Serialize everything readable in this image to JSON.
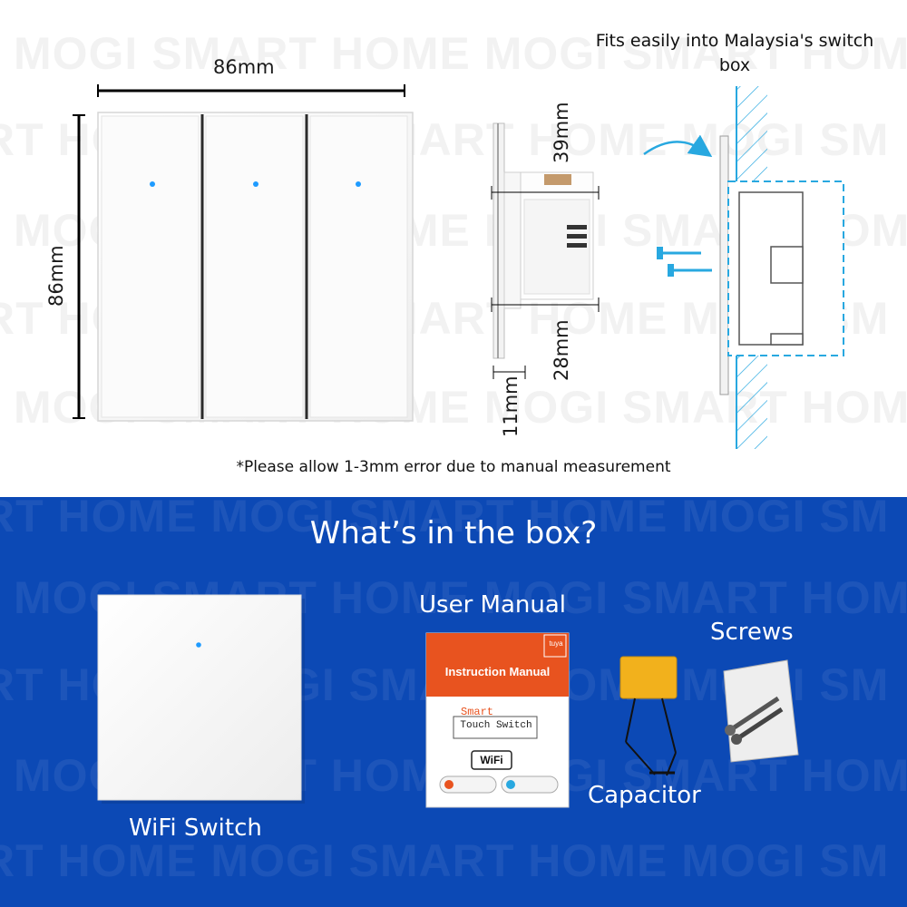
{
  "watermark": "MOGI SMART HOME",
  "watermark_short_a": "MOGI SMART HOME  MOGI SMART HOME",
  "watermark_short_b": "RT HOME   MOGI SMART HOME   MOGI SM",
  "dimensions": {
    "width_label": "86mm",
    "height_label": "86mm",
    "depth_top_label": "39mm",
    "depth_bottom_label": "28mm",
    "plate_label": "11mm"
  },
  "fits_text": "Fits easily into Malaysia's switch box",
  "note": "*Please allow 1-3mm error due to manual measurement",
  "box": {
    "title": "What’s in the box?",
    "items": {
      "switch": "WiFi Switch",
      "manual": "User Manual",
      "capacitor": "Capacitor",
      "screws": "Screws"
    },
    "manual_cover": {
      "heading": "Instruction Manual",
      "line1": "Smart",
      "line2": "Touch Switch",
      "wifi": "WiFi",
      "brand": "tuya"
    }
  },
  "colors": {
    "blue_background": "#0c49b5",
    "led_blue": "#1e9bff",
    "accent_cyan": "#28a8e0",
    "manual_orange": "#e8531f"
  }
}
